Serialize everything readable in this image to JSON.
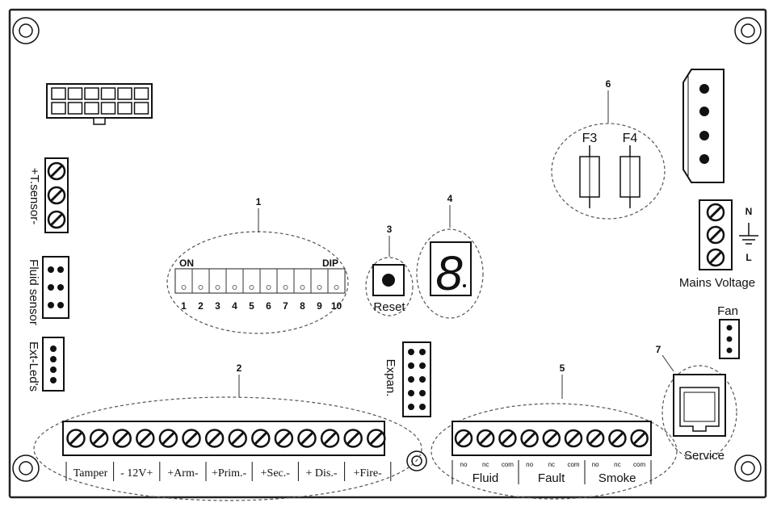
{
  "callouts": [
    "1",
    "2",
    "3",
    "4",
    "5",
    "6",
    "7"
  ],
  "labels": {
    "t_sensor": "+T.sensor-",
    "fluid_sensor": "Fluid sensor",
    "ext_leds": "Ext-Led's",
    "on": "ON",
    "dip": "DIP",
    "reset": "Reset",
    "expan": "Expan.",
    "fuse_f3": "F3",
    "fuse_f4": "F4",
    "mains_n": "N",
    "mains_l": "L",
    "mains_voltage": "Mains Voltage",
    "fan": "Fan",
    "service": "Service"
  },
  "dip_numbers": [
    "1",
    "2",
    "3",
    "4",
    "5",
    "6",
    "7",
    "8",
    "9",
    "10"
  ],
  "bottom_terminals_left": [
    "Tamper",
    "- 12V+",
    "+Arm-",
    "+Prim.-",
    "+Sec.-",
    "+ Dis.-",
    "+Fire-"
  ],
  "relay_contacts": [
    "no",
    "nc",
    "com",
    "no",
    "nc",
    "com",
    "no",
    "nc",
    "com"
  ],
  "relay_groups": [
    "Fluid",
    "Fault",
    "Smoke"
  ],
  "display_digit": "8"
}
